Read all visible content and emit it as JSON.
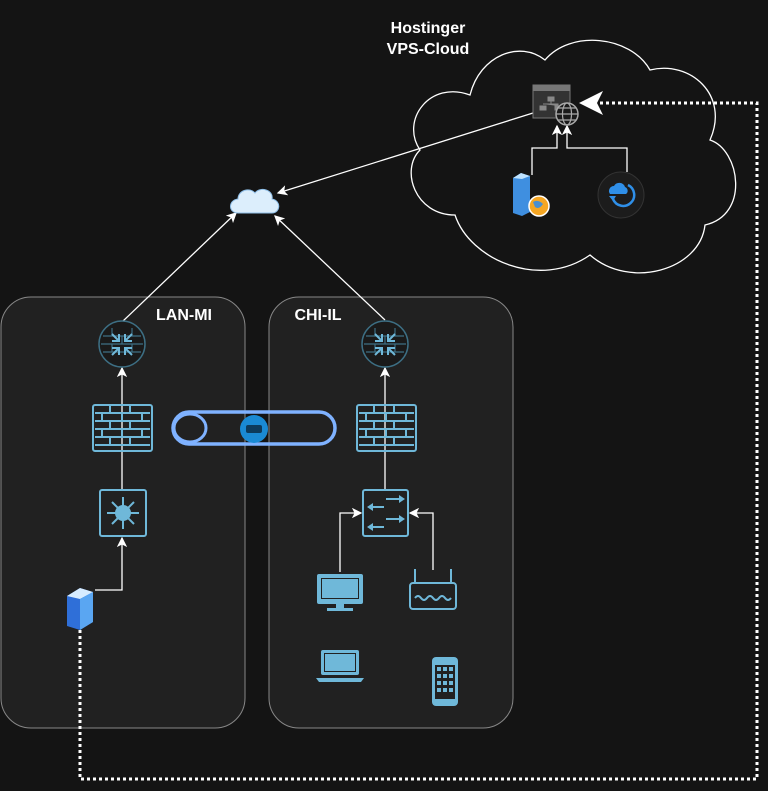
{
  "cloud_region": {
    "title_line1": "Hostinger",
    "title_line2": "VPS-Cloud"
  },
  "sites": [
    {
      "label": "LAN-MI"
    },
    {
      "label": "CHI-IL"
    }
  ],
  "colors": {
    "background": "#141414",
    "container": "#212121",
    "icon": "#6fb8d9",
    "vpn_tunnel": "#7fb2ff",
    "connector": "#ffffff"
  },
  "icons": [
    "internet-cloud-icon",
    "web-application-firewall-icon",
    "globe-icon",
    "web-server-icon",
    "azure-backup-icon",
    "router-icon",
    "firewall-icon",
    "layer3-switch-icon",
    "server-icon",
    "vpn-gateway-icon",
    "switch-icon",
    "desktop-icon",
    "wireless-router-icon",
    "laptop-icon",
    "mobile-phone-icon"
  ]
}
